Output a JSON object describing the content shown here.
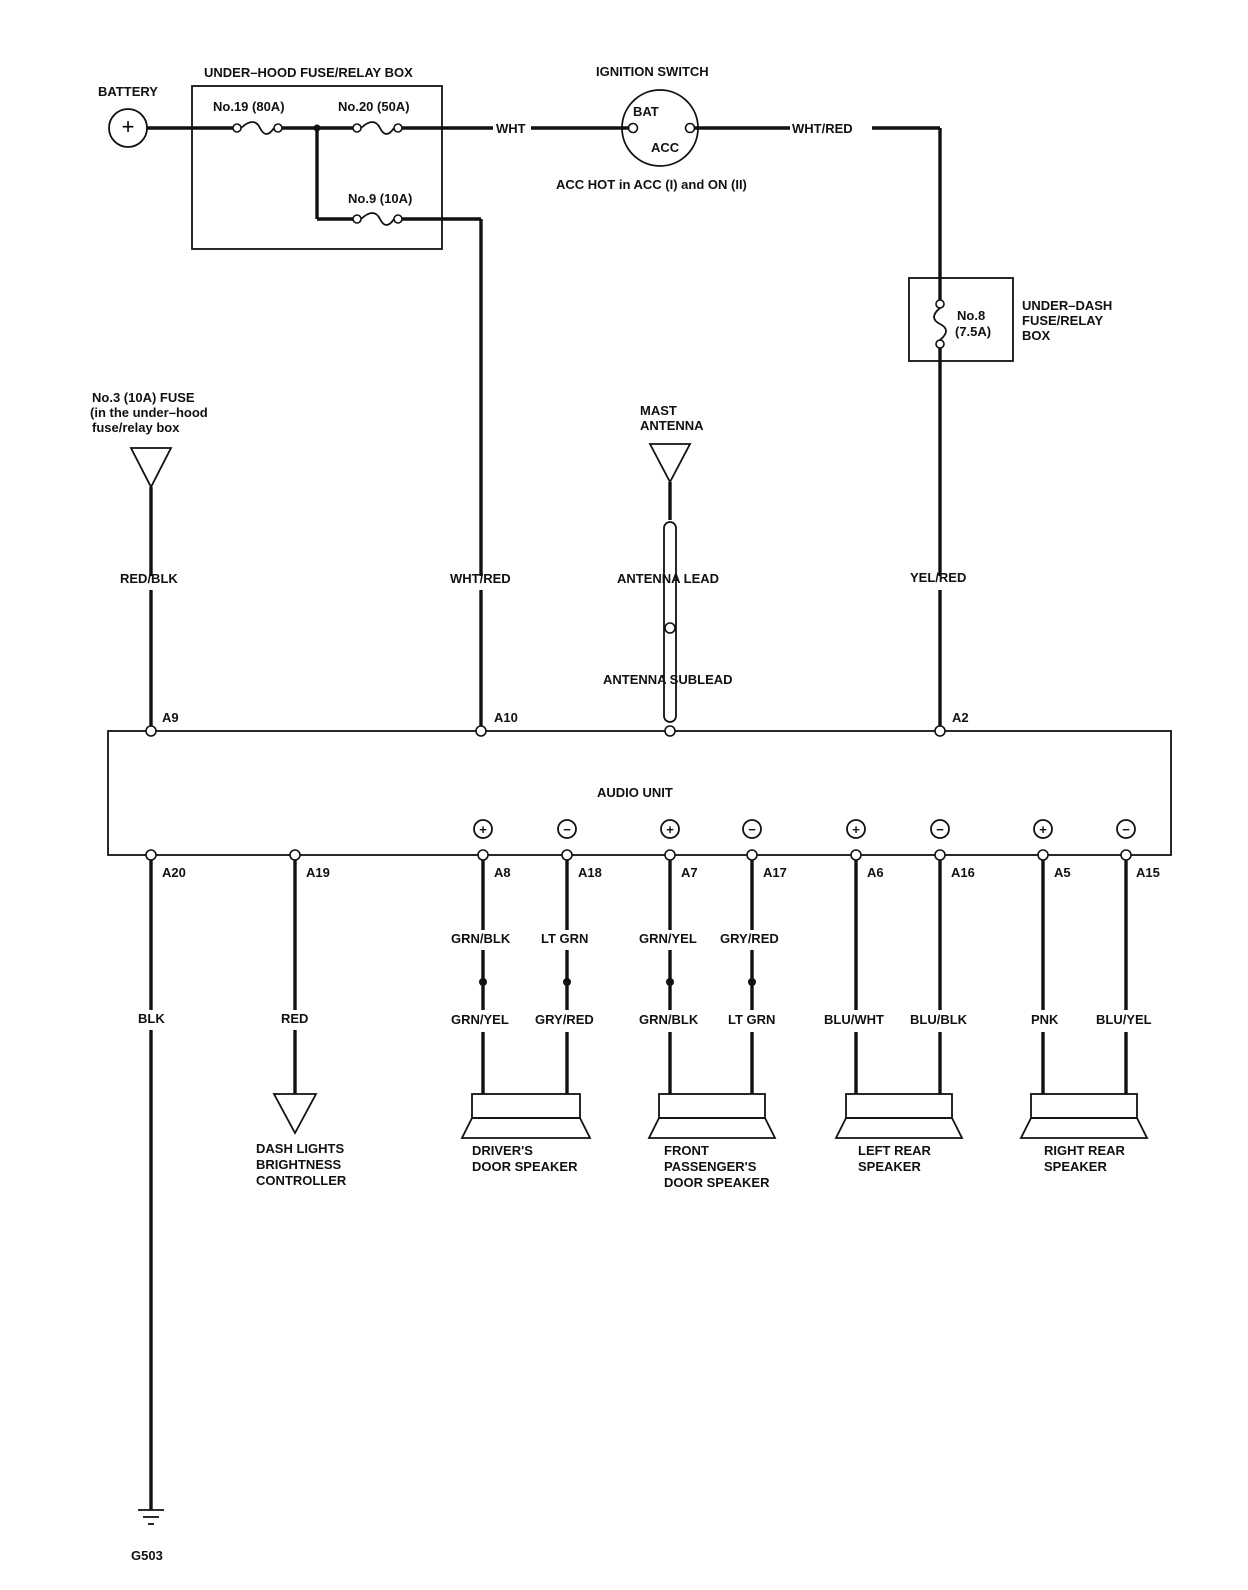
{
  "battery": {
    "label": "BATTERY",
    "symbol": "+"
  },
  "underhood_box": {
    "title": "UNDER–HOOD FUSE/RELAY BOX",
    "fuse19": "No.19 (80A)",
    "fuse20": "No.20 (50A)",
    "fuse9": "No.9 (10A)"
  },
  "ignition": {
    "title": "IGNITION SWITCH",
    "bat": "BAT",
    "acc": "ACC",
    "note": "ACC HOT in ACC (I) and ON (II)"
  },
  "underdash_box": {
    "fuse8_a": "No.8",
    "fuse8_b": "(7.5A)",
    "title_1": "UNDER–DASH",
    "title_2": "FUSE/RELAY",
    "title_3": "BOX"
  },
  "fuse3": {
    "line1": "No.3 (10A) FUSE",
    "line2": "(in the under–hood",
    "line3": "fuse/relay box"
  },
  "antenna": {
    "line1": "MAST",
    "line2": "ANTENNA",
    "lead": "ANTENNA LEAD",
    "sublead": "ANTENNA SUBLEAD"
  },
  "wires": {
    "wht": "WHT",
    "wht_red_top": "WHT/RED",
    "red_blk": "RED/BLK",
    "wht_red": "WHT/RED",
    "yel_red": "YEL/RED",
    "blk": "BLK",
    "red": "RED",
    "a8_top": "GRN/BLK",
    "a8_bot": "GRN/YEL",
    "a18_top": "LT GRN",
    "a18_bot": "GRY/RED",
    "a7_top": "GRN/YEL",
    "a7_bot": "GRN/BLK",
    "a17_top": "GRY/RED",
    "a17_bot": "LT GRN",
    "a6": "BLU/WHT",
    "a16": "BLU/BLK",
    "a5": "PNK",
    "a15": "BLU/YEL"
  },
  "audio_unit": {
    "title": "AUDIO UNIT",
    "pins_top": {
      "a9": "A9",
      "a10": "A10",
      "a2": "A2"
    },
    "pins_bottom": {
      "a20": "A20",
      "a19": "A19",
      "a8": "A8",
      "a18": "A18",
      "a7": "A7",
      "a17": "A17",
      "a6": "A6",
      "a16": "A16",
      "a5": "A5",
      "a15": "A15"
    },
    "plus": "+",
    "minus": "−"
  },
  "dash": {
    "line1": "DASH LIGHTS",
    "line2": "BRIGHTNESS",
    "line3": "CONTROLLER"
  },
  "speakers": {
    "driver": {
      "line1": "DRIVER'S",
      "line2": "DOOR SPEAKER"
    },
    "front": {
      "line1": "FRONT",
      "line2": "PASSENGER'S",
      "line3": "DOOR SPEAKER"
    },
    "left_rear": {
      "line1": "LEFT REAR",
      "line2": "SPEAKER"
    },
    "right_rear": {
      "line1": "RIGHT REAR",
      "line2": "SPEAKER"
    }
  },
  "ground": {
    "label": "G503"
  }
}
